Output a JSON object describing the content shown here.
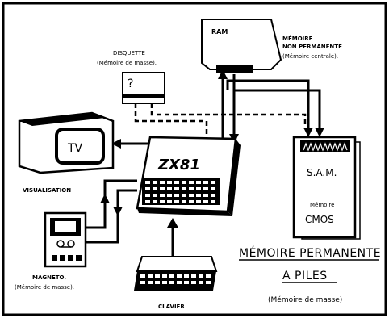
{
  "labels": {
    "disquette_title": "DISQUETTE",
    "disquette_sub": "(Mémoire de masse).",
    "disk_mark": "?",
    "ram": "RAM",
    "memoire_np_1": "MÉMOIRE",
    "memoire_np_2": "NON PERMANENTE",
    "memoire_np_3": "(Mémoire centrale).",
    "tv": "TV",
    "visualisation": "VISUALISATION",
    "zx81": "ZX81",
    "sam": "S.A.M.",
    "sam_memoire": "Mémoire",
    "sam_cmos": "CMOS",
    "magneto": "MAGNETO.",
    "magneto_sub": "(Mémoire de masse).",
    "clavier": "CLAVIER",
    "perm_1": "MÉMOIRE PERMANENTE",
    "perm_2": "A PILES",
    "perm_3": "(Mémoire de masse)"
  },
  "colors": {
    "ink": "#000000",
    "paper": "#ffffff"
  }
}
